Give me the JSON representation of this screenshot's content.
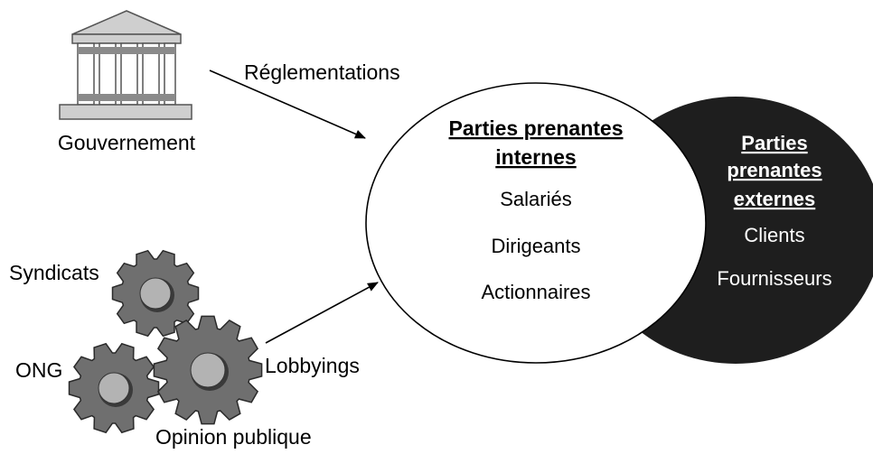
{
  "government": {
    "label": "Gouvernement"
  },
  "arrows": {
    "top_label": "Réglementations",
    "bottom_label": "Lobbyings"
  },
  "internal": {
    "title_line1": "Parties prenantes",
    "title_line2": "internes",
    "items": [
      "Salariés",
      "Dirigeants",
      "Actionnaires"
    ]
  },
  "external": {
    "title_line1": "Parties",
    "title_line2": "prenantes",
    "title_line3": "externes",
    "items": [
      "Clients",
      "Fournisseurs"
    ]
  },
  "groups": {
    "syndicats": "Syndicats",
    "ong": "ONG",
    "opinion": "Opinion publique"
  },
  "colors": {
    "external_fill": "#1e1e1e",
    "gear_fill": "#6f6f6f",
    "gear_hub": "#b3b3b3",
    "temple_fill": "#cfcfcf",
    "temple_band": "#8a8a8a"
  }
}
